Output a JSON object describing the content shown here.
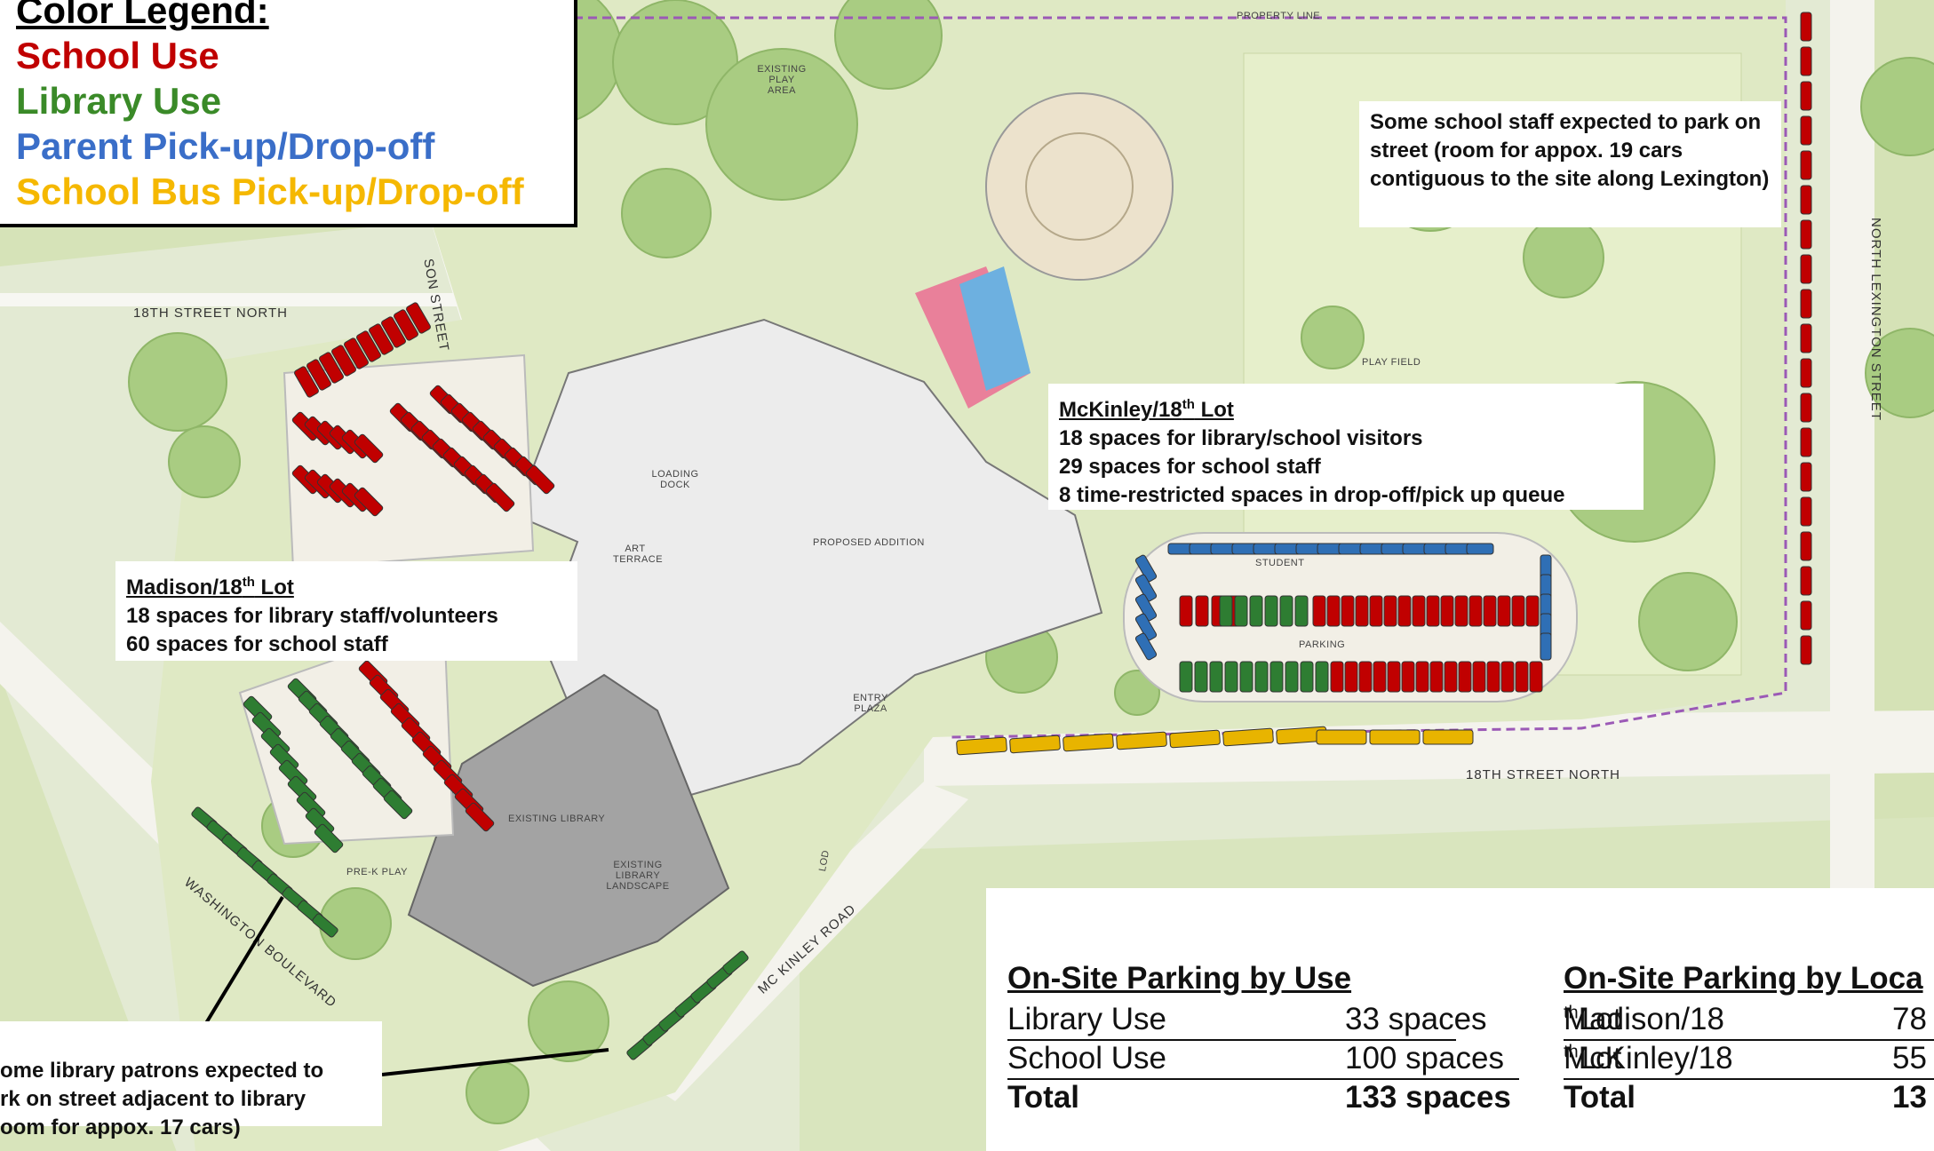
{
  "legend": {
    "title": "Color Legend:",
    "items": [
      {
        "label": "School Use",
        "color": "#c00000"
      },
      {
        "label": "Library Use",
        "color": "#3a8a28"
      },
      {
        "label": "Parent Pick-up/Drop-off",
        "color": "#3a6ec8"
      },
      {
        "label": "School Bus Pick-up/Drop-off",
        "color": "#f5b800"
      }
    ]
  },
  "map_labels": {
    "property_line": "PROPERTY LINE",
    "existing_play_area": "EXISTING PLAY AREA",
    "son_street": "SON STREET",
    "eighteenth_north_west": "18TH STREET NORTH",
    "eighteenth_north_east": "18TH STREET NORTH",
    "north_lexington": "NORTH LEXINGTON STREET",
    "play_field": "PLAY FIELD",
    "loading_dock": "LOADING DOCK",
    "art_terrace": "ART TERRACE",
    "proposed_addition": "PROPOSED ADDITION",
    "student": "STUDENT",
    "parking": "PARKING",
    "entry_plaza": "ENTRY PLAZA",
    "existing_library": "EXISTING LIBRARY",
    "existing_library_landscape": "EXISTING LIBRARY LANDSCAPE",
    "pre_k_play": "PRE-K PLAY",
    "lod": "LOD",
    "washington_boulevard": "WASHINGTON BOULEVARD",
    "mckinley_road": "MC KINLEY ROAD"
  },
  "notes": {
    "lexington": "Some school staff expected to park on street (room for appox. 19 cars contiguous to the site along Lexington)",
    "mckinley_lot": {
      "title_a": "McKinley/18",
      "title_sup": "th",
      "title_b": " Lot",
      "lines": [
        "18 spaces for library/school visitors",
        "29 spaces for school staff",
        "8 time-restricted spaces in drop-off/pick up queue"
      ]
    },
    "madison_lot": {
      "title_a": "Madison/18",
      "title_sup": "th",
      "title_b": " Lot",
      "lines": [
        "18 spaces for library staff/volunteers",
        "60 spaces for school staff"
      ]
    },
    "library_patrons": "ome library patrons expected to\nrk on street adjacent to library\noom for appox. 17 cars)"
  },
  "table_use": {
    "title": "On-Site Parking by Use",
    "rows": [
      {
        "label": "Library Use",
        "value": "33 spaces"
      },
      {
        "label": "School Use",
        "value": "100 spaces"
      },
      {
        "label": "Total",
        "value": "133 spaces"
      }
    ]
  },
  "table_location": {
    "title": "On-Site Parking by Loca",
    "rows": [
      {
        "label_a": "Madison/18",
        "label_sup": "th",
        "label_b": " Lot",
        "value": "78"
      },
      {
        "label_a": "McKinley/18",
        "label_sup": "th",
        "label_b": " Lot",
        "value": "55"
      },
      {
        "label_a": "Total",
        "label_sup": "",
        "label_b": "",
        "value": "13"
      }
    ]
  },
  "colors": {
    "school": "#c00000",
    "library": "#2e7d32",
    "parent": "#2f6fb5",
    "bus": "#e8b400",
    "lawn": "#dfe9c4",
    "tree": "#9cc47a",
    "building": "#9e9e9e",
    "paving": "#f3efe6"
  }
}
